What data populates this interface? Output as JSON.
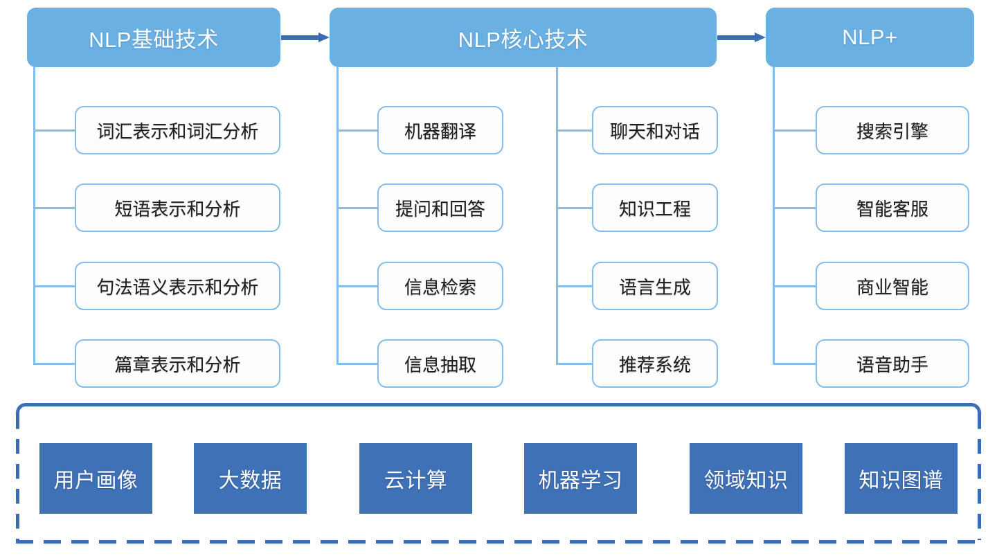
{
  "diagram": {
    "type": "hierarchy-tree",
    "background_color": "#ffffff",
    "palette": {
      "header_fill": "#6BB0E2",
      "header_text": "#ffffff",
      "leaf_border": "#85BCE8",
      "leaf_fill": "#FDFDFD",
      "leaf_text": "#1E1E1E",
      "connector": "#85BCE8",
      "arrow": "#3A6DB4",
      "foundation_border": "#3A6DB4",
      "foundation_tile_fill": "#3F71B7",
      "foundation_tile_text": "#ffffff"
    },
    "columns": [
      {
        "id": "nlp-basic",
        "header": "NLP基础技术",
        "items": [
          "词汇表示和词汇分析",
          "短语表示和分析",
          "句法语义表示和分析",
          "篇章表示和分析"
        ]
      },
      {
        "id": "nlp-core",
        "header": "NLP核心技术",
        "items": [
          "机器翻译",
          "提问和回答",
          "信息检索",
          "信息抽取"
        ],
        "items_secondary": [
          "聊天和对话",
          "知识工程",
          "语言生成",
          "推荐系统"
        ]
      },
      {
        "id": "nlp-plus",
        "header": "NLP+",
        "items": [
          "搜索引擎",
          "智能客服",
          "商业智能",
          "语音助手"
        ]
      }
    ],
    "arrows": [
      {
        "from": "nlp-basic",
        "to": "nlp-core",
        "glyph": "arrow-right"
      },
      {
        "from": "nlp-core",
        "to": "nlp-plus",
        "glyph": "arrow-right"
      }
    ],
    "foundation": {
      "style": "dashed-container",
      "tiles": [
        "用户画像",
        "大数据",
        "云计算",
        "机器学习",
        "领域知识",
        "知识图谱"
      ]
    }
  }
}
